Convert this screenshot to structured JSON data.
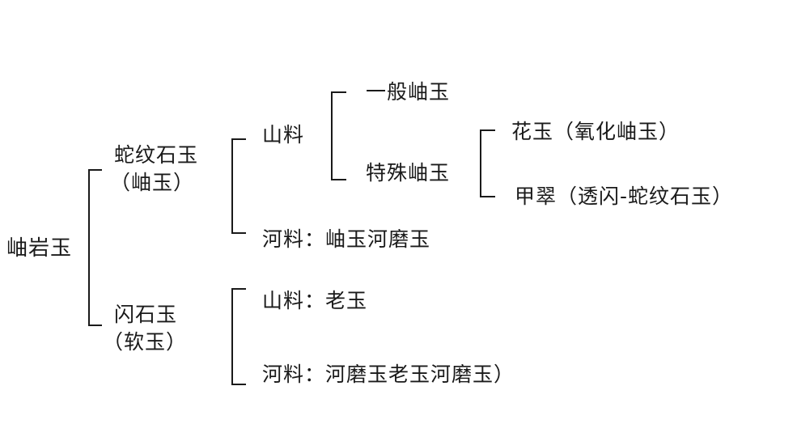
{
  "root": {
    "label": "岫岩玉"
  },
  "serpentine": {
    "name": "蛇纹石玉",
    "alias": "（岫玉）",
    "mountain": {
      "label": "山料"
    },
    "mountain_kinds": {
      "common": "一般岫玉",
      "special": "特殊岫玉"
    },
    "special_kinds": {
      "flower": "花玉（氧化岫玉）",
      "jia_cui": "甲翠（透闪-蛇纹石玉）"
    },
    "river": {
      "label": "河料：岫玉河磨玉"
    }
  },
  "tremolite": {
    "name": "闪石玉",
    "alias": "（软玉）",
    "mountain": {
      "label": "山料：老玉"
    },
    "river": {
      "label": "河料：河磨玉老玉河磨玉）"
    }
  }
}
